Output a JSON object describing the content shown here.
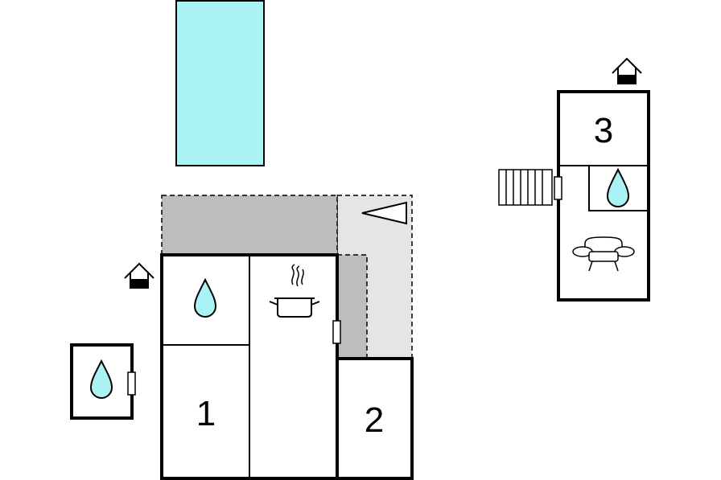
{
  "rooms": [
    {
      "number": "1"
    },
    {
      "number": "2"
    },
    {
      "number": "3"
    }
  ],
  "colors": {
    "pool": "#aaf2f4",
    "terrace_dark": "#bdbdbd",
    "terrace_light": "#e5e5e5",
    "wall": "#000000",
    "water_drop": "#aaf2f4"
  },
  "icons": [
    "pool",
    "house-entrance-icon",
    "water-drop-icon",
    "cooking-pot-icon",
    "sofa-icon",
    "stairs-icon",
    "compass-triangle-icon",
    "door-icon"
  ]
}
